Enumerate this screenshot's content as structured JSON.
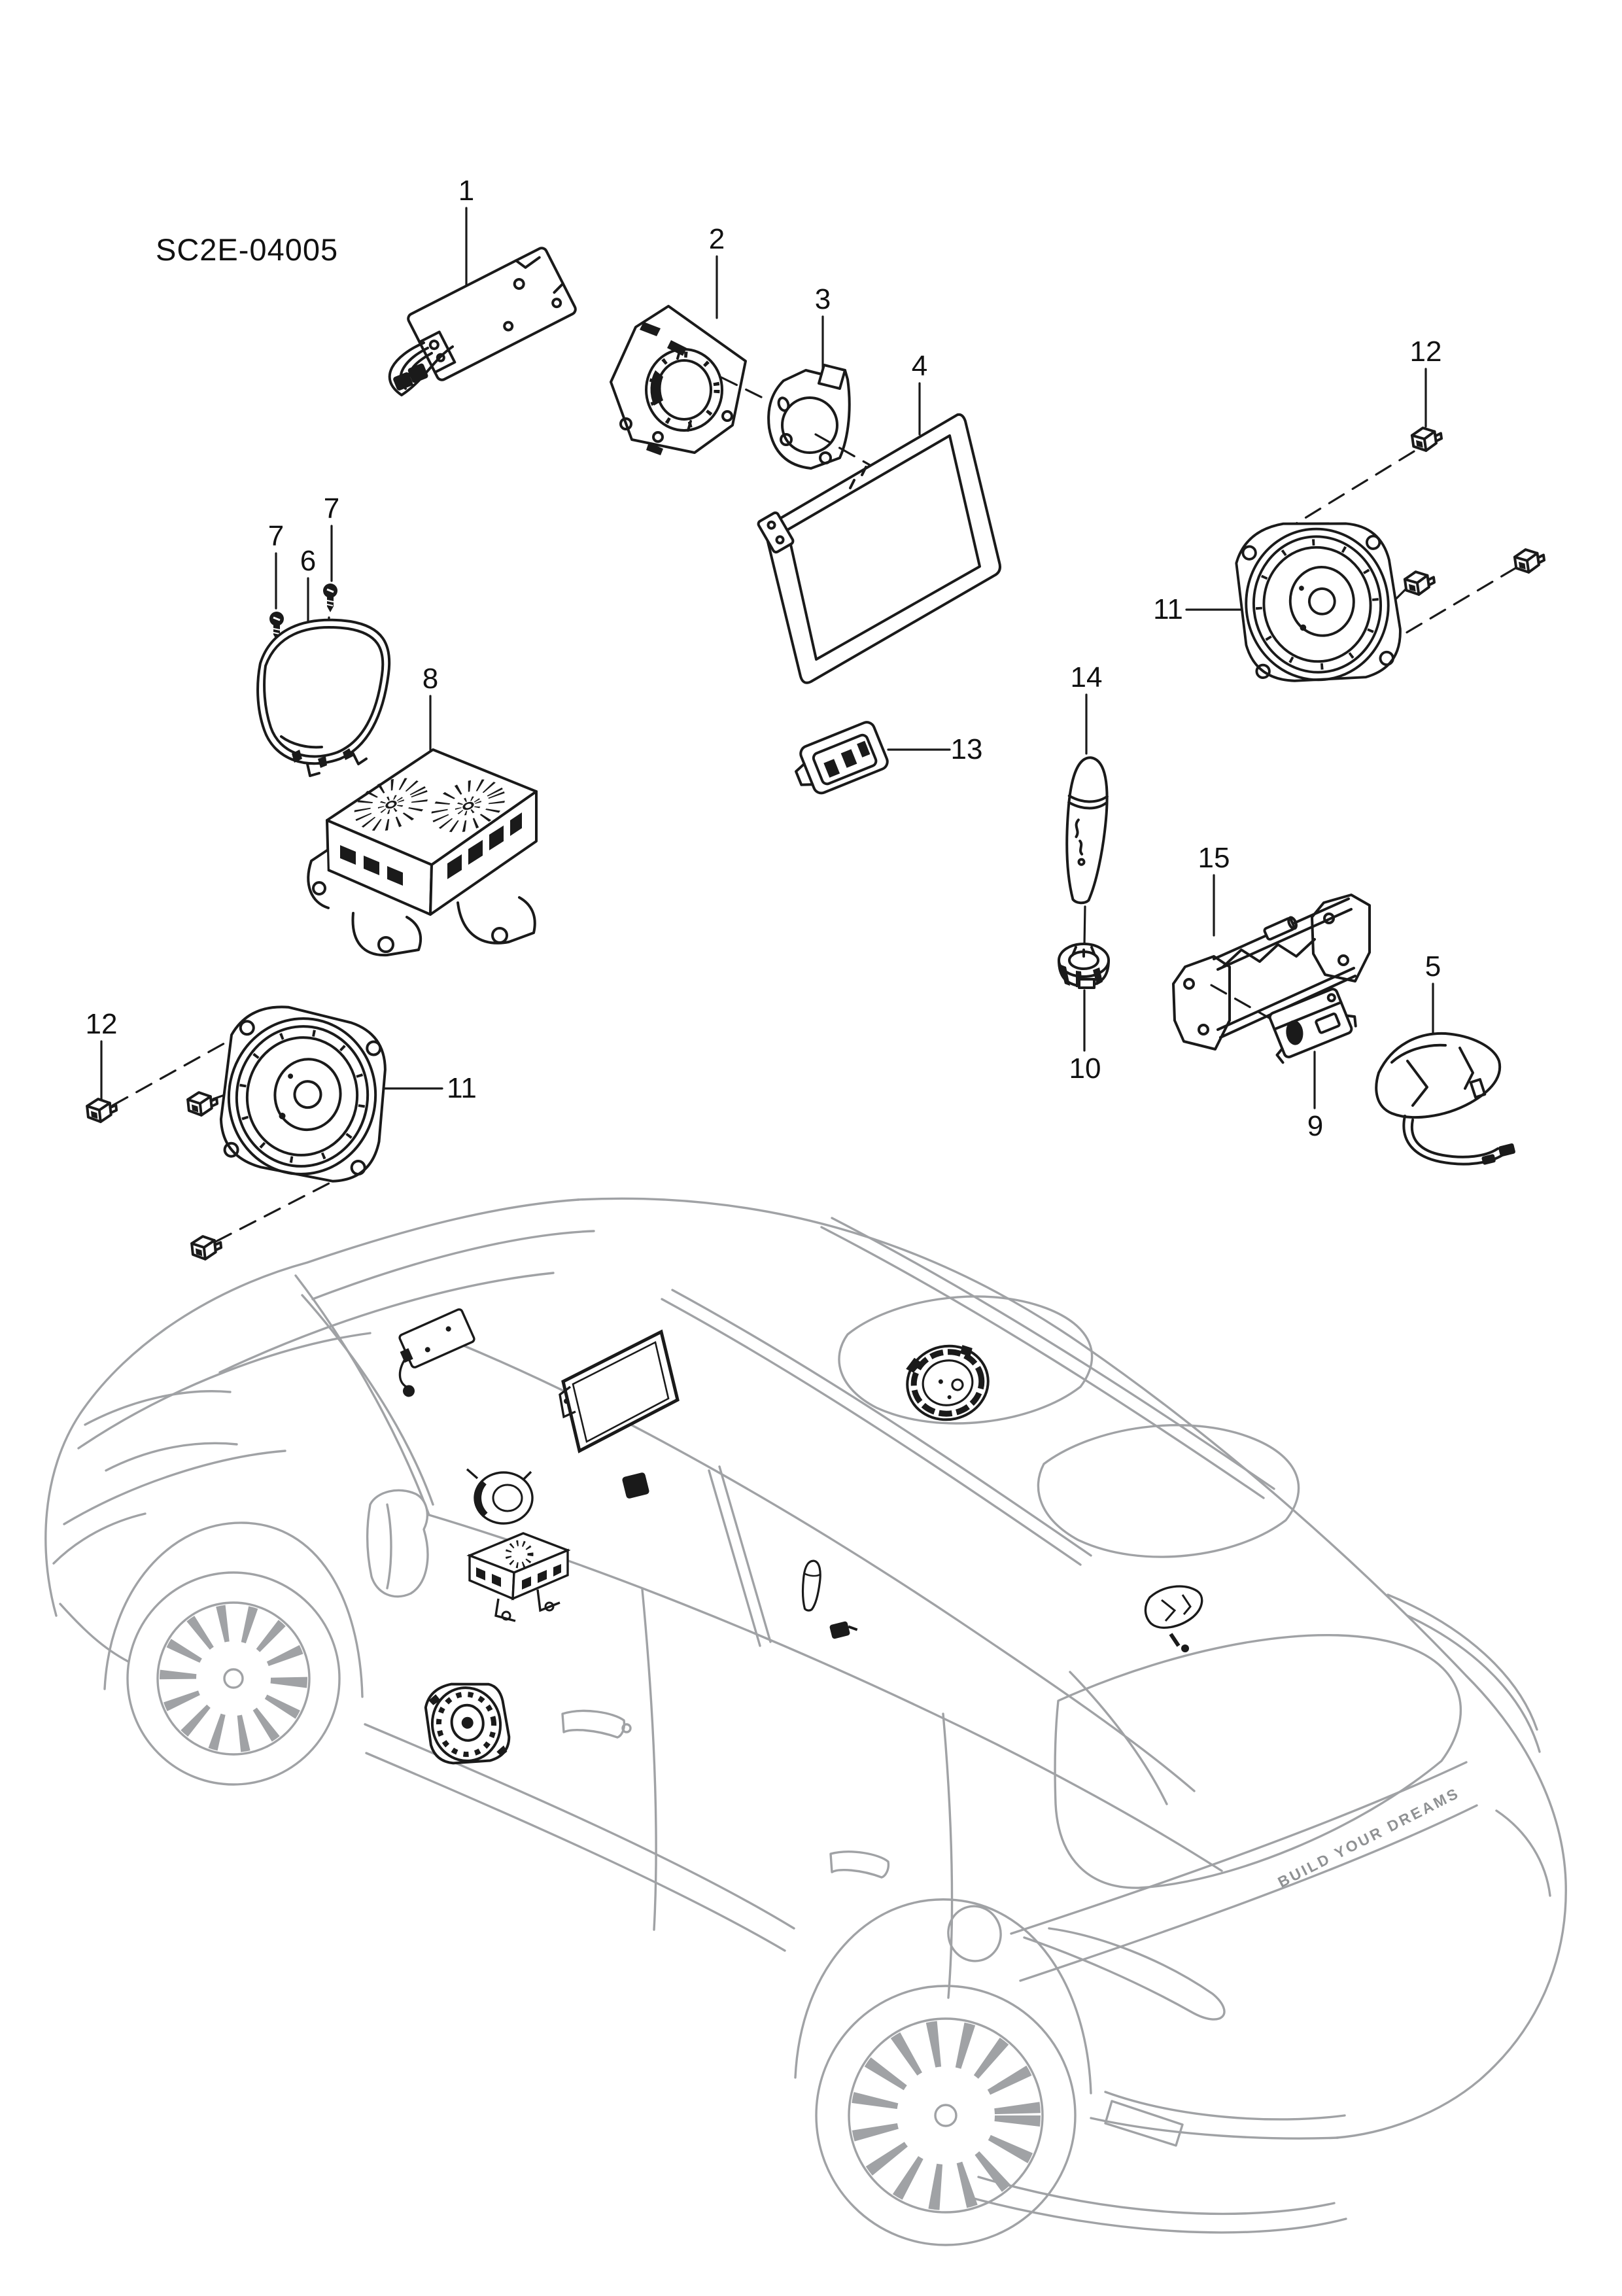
{
  "page": {
    "code": "SC2E-04005"
  },
  "badge": {
    "text": "BUILD YOUR DREAMS"
  },
  "colors": {
    "part_line": "#1a1a1a",
    "car_line": "#a0a2a5",
    "badge_text": "#8f9193",
    "background": "#ffffff"
  },
  "callouts": [
    {
      "label": "1"
    },
    {
      "label": "2"
    },
    {
      "label": "3"
    },
    {
      "label": "4"
    },
    {
      "label": "12"
    },
    {
      "label": "11"
    },
    {
      "label": "7"
    },
    {
      "label": "7"
    },
    {
      "label": "6"
    },
    {
      "label": "8"
    },
    {
      "label": "13"
    },
    {
      "label": "14"
    },
    {
      "label": "15"
    },
    {
      "label": "10"
    },
    {
      "label": "9"
    },
    {
      "label": "5"
    },
    {
      "label": "12"
    },
    {
      "label": "11"
    }
  ]
}
